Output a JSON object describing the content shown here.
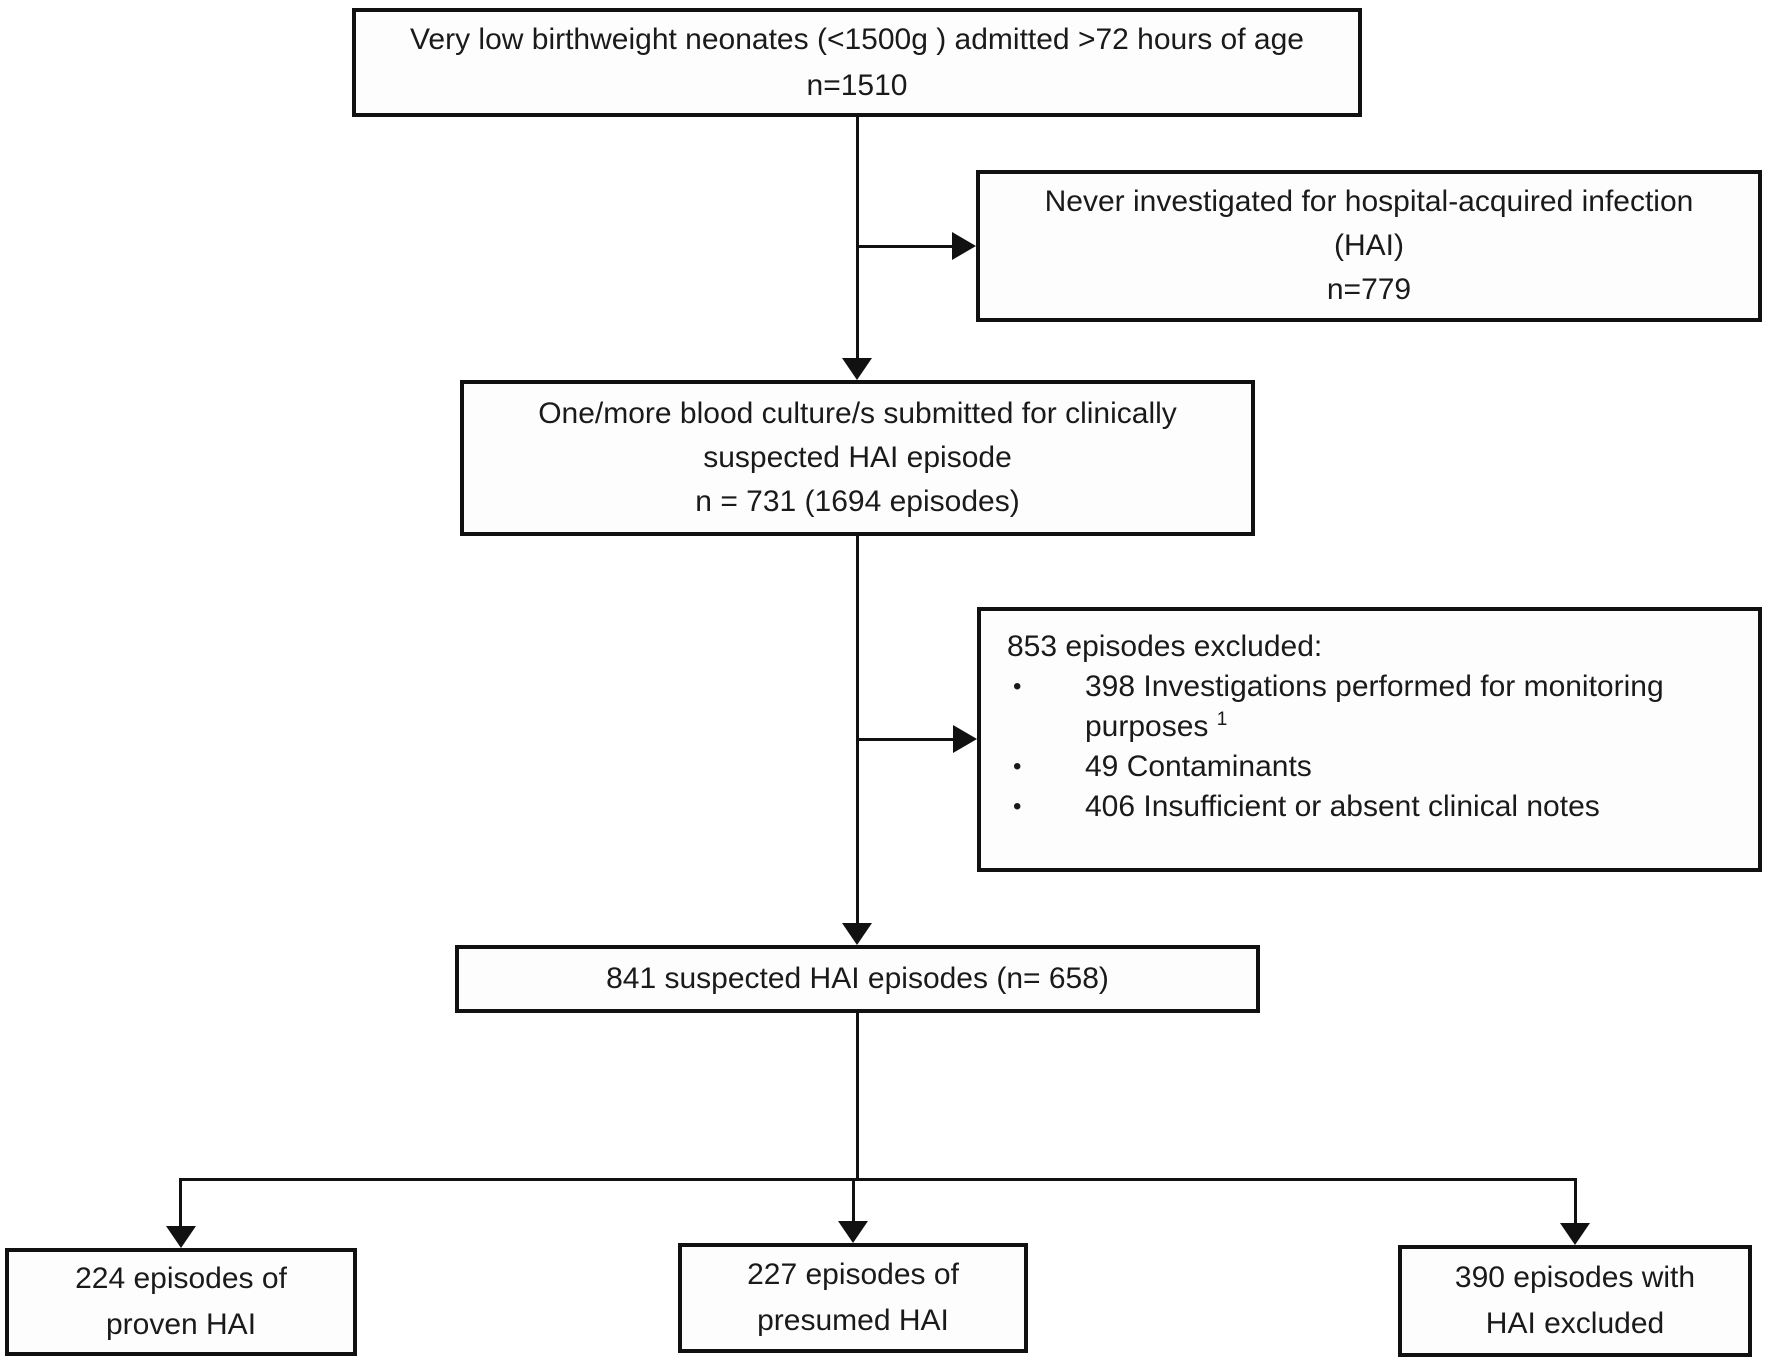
{
  "page": {
    "background_color": "#ffffff",
    "ink_color": "#1a1a1a",
    "border_color": "#111111"
  },
  "flowchart": {
    "top_box": {
      "line1": "Very low birthweight neonates (<1500g ) admitted >72 hours of age",
      "line2": "n=1510"
    },
    "never_investigated_box": {
      "line1": "Never investigated for hospital-acquired infection",
      "line2": "(HAI)",
      "line3": "n=779"
    },
    "blood_culture_box": {
      "line1": "One/more blood culture/s submitted for clinically",
      "line2": "suspected HAI episode",
      "line3": "n =  731  (1694 episodes)"
    },
    "excluded_box": {
      "header": "853 episodes excluded:",
      "bullet_glyph": "•",
      "bullets": [
        {
          "text": "398 Investigations performed for monitoring purposes ",
          "sup": "1"
        },
        {
          "text": "49 Contaminants",
          "sup": ""
        },
        {
          "text": "406 Insufficient or absent clinical notes",
          "sup": ""
        }
      ]
    },
    "suspected_box": {
      "line1": "841 suspected HAI episodes (n= 658)"
    },
    "proven_box": {
      "line1": "224 episodes of",
      "line2": "proven HAI"
    },
    "presumed_box": {
      "line1": "227 episodes of",
      "line2": "presumed HAI"
    },
    "hai_excluded_box": {
      "line1": "390 episodes with",
      "line2": "HAI excluded"
    }
  }
}
